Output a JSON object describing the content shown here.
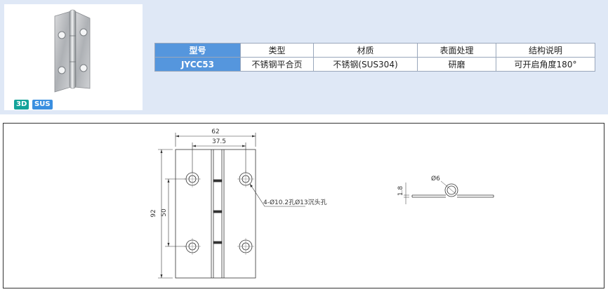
{
  "badges": {
    "format": "3D",
    "material": "SUS"
  },
  "table": {
    "headers": [
      "型号",
      "类型",
      "材质",
      "表面处理",
      "结构说明"
    ],
    "row": [
      "JYCC53",
      "不锈钢平合页",
      "不锈钢(SUS304)",
      "研磨",
      "可开启角度180°"
    ]
  },
  "drawing": {
    "dims": {
      "overall_width": "62",
      "hole_pitch_x": "37.5",
      "overall_height": "92",
      "hole_pitch_y": "50",
      "thickness": "1.8",
      "knuckle_diameter": "Ø6"
    },
    "hole_callout": "4-Ø10.2孔Ø13沉头孔"
  },
  "colors": {
    "band": "#dfe8f6",
    "header_highlight": "#5596dd",
    "badge_3d": "#14a39a",
    "badge_sus": "#3a8fe0"
  }
}
